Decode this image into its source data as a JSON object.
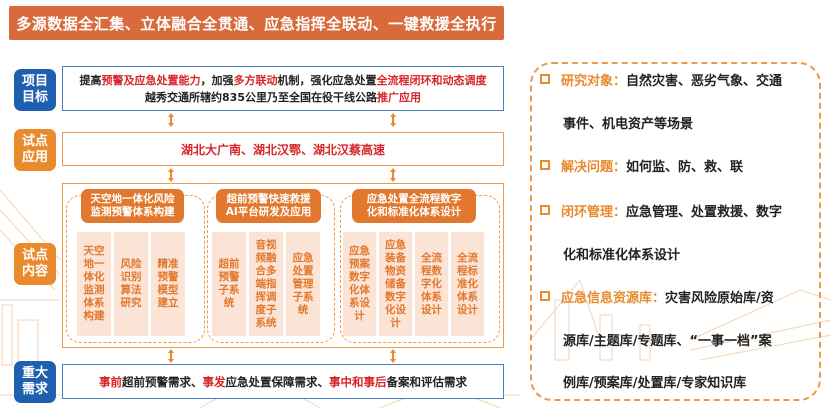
{
  "title": "多源数据全汇集、立体融合全贯通、应急指挥全联动、一键救援全执行",
  "rows": {
    "goal": {
      "tag": [
        "项目",
        "目标"
      ],
      "line1": [
        {
          "text": "提高",
          "red": false
        },
        {
          "text": "预警及应急处置能力",
          "red": true
        },
        {
          "text": "，加强",
          "red": false
        },
        {
          "text": "多方联动",
          "red": true
        },
        {
          "text": "机制，强化应急处置",
          "red": false
        },
        {
          "text": "全流程闭环和动态调度",
          "red": true
        }
      ],
      "line2": [
        {
          "text": "越秀交通所辖约835公里乃至全国在役干线公路",
          "red": false
        },
        {
          "text": "推广应用",
          "red": true
        }
      ]
    },
    "pilot_application": {
      "tag": [
        "试点",
        "应用"
      ],
      "text": "湖北大广南、湖北汉鄂、湖北汉蔡高速"
    },
    "pilot_content": {
      "tag": [
        "试点",
        "内容"
      ],
      "groups": [
        {
          "head": [
            "天空地一体化风险",
            "监测预警体系构建"
          ],
          "cells": [
            [
              "天空",
              "地一",
              "体化",
              "监测",
              "体系",
              "构建"
            ],
            [
              "风险",
              "识别",
              "算法",
              "研究"
            ],
            [
              "精准",
              "预警",
              "模型",
              "建立"
            ]
          ]
        },
        {
          "head": [
            "超前预警快速救援",
            "AI平台研发及应用"
          ],
          "cells": [
            [
              "超前",
              "预警",
              "子系",
              "统"
            ],
            [
              "音视",
              "频融",
              "合多",
              "端指",
              "挥调",
              "度子",
              "系统"
            ],
            [
              "应急",
              "处置",
              "管理",
              "子系",
              "统"
            ]
          ]
        },
        {
          "head": [
            "应急处置全流程数字",
            "化和标准化体系设计"
          ],
          "cells": [
            [
              "应急",
              "预案",
              "数字",
              "化体",
              "系设",
              "计"
            ],
            [
              "应急",
              "装备",
              "物资",
              "储备",
              "数字",
              "化设",
              "计"
            ],
            [
              "全流",
              "程数",
              "字化",
              "体系",
              "设计"
            ],
            [
              "全流",
              "程标",
              "准化",
              "体系",
              "设计"
            ]
          ]
        }
      ]
    },
    "major_needs": {
      "tag": [
        "重大",
        "需求"
      ],
      "line": [
        {
          "text": "事前",
          "red": true
        },
        {
          "text": "超前预警需求、",
          "red": false
        },
        {
          "text": "事发",
          "red": true
        },
        {
          "text": "应急处置保障需求、",
          "red": false
        },
        {
          "text": "事中和事后",
          "red": true
        },
        {
          "text": "备案和评估需求",
          "red": false
        }
      ]
    }
  },
  "right_panel": {
    "items": [
      {
        "key": "研究对象：",
        "lines": [
          "自然灾害、恶劣气象、交通",
          "事件、机电资产等场景"
        ]
      },
      {
        "key": "解决问题：",
        "lines": [
          "如何监、防、救、联"
        ]
      },
      {
        "key": "闭环管理：",
        "lines": [
          "应急管理、处置救援、数字",
          "化和标准化体系设计"
        ]
      },
      {
        "key": "应急信息资源库：",
        "lines": [
          "灾害风险原始库/资",
          "源库/主题库/专题库、“一事一档”案",
          "例库/预案库/处置库/专家知识库"
        ]
      }
    ]
  },
  "colors": {
    "title_bg": "#d86a3b",
    "blue_tag": "#1f5fb0",
    "orange_tag": "#e98a2c",
    "red_text": "#d6262a",
    "cell_bg": "#fbe4d6",
    "dashed_border": "#ec9a4d"
  }
}
